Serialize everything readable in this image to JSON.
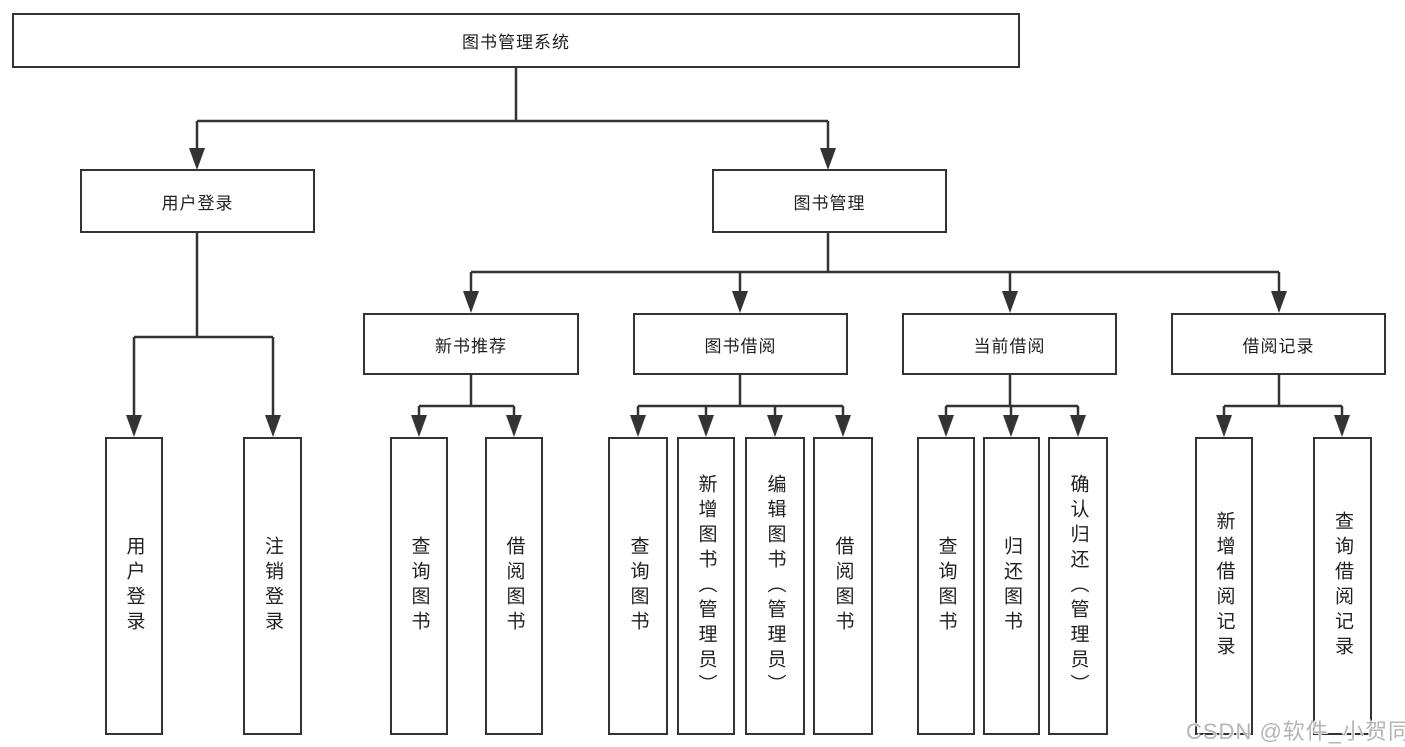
{
  "diagram": {
    "root": {
      "label": "图书管理系统"
    },
    "children": [
      {
        "label": "用户登录",
        "children": [
          {
            "label": "用户登录"
          },
          {
            "label": "注销登录"
          }
        ]
      },
      {
        "label": "图书管理",
        "children": [
          {
            "label": "新书推荐",
            "children": [
              {
                "label": "查询图书"
              },
              {
                "label": "借阅图书"
              }
            ]
          },
          {
            "label": "图书借阅",
            "children": [
              {
                "label": "查询图书"
              },
              {
                "label": "新增图书（管理员）"
              },
              {
                "label": "编辑图书（管理员）"
              },
              {
                "label": "借阅图书"
              }
            ]
          },
          {
            "label": "当前借阅",
            "children": [
              {
                "label": "查询图书"
              },
              {
                "label": "归还图书"
              },
              {
                "label": "确认归还（管理员）"
              }
            ]
          },
          {
            "label": "借阅记录",
            "children": [
              {
                "label": "新增借阅记录"
              },
              {
                "label": "查询借阅记录"
              }
            ]
          }
        ]
      }
    ]
  },
  "watermark": {
    "text": "CSDN @软件_小贺同学"
  },
  "colors": {
    "line": "#333333",
    "box_border": "#333333",
    "box_background": "#ffffff",
    "text": "#1f1f1f",
    "watermark_text": "#b5b5b5"
  }
}
